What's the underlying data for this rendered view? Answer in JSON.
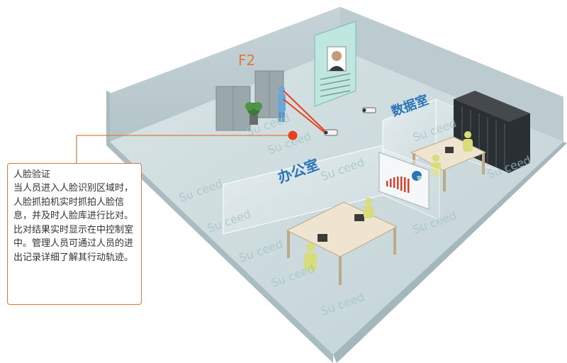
{
  "floor_label": "F2",
  "rooms": {
    "data_room": "数据室",
    "office": "办公室"
  },
  "watermark": "Su ceed",
  "callout": {
    "title": "人脸验证",
    "body": "当人员进入人脸识别区域时，人脸抓拍机实时抓拍人脸信息，并及时人脸库进行比对。比对结果实时显示在中控制室中。管理人员可通过人员的进出记录详细了解其行动轨迹。"
  },
  "colors": {
    "accent_orange": "#e07a3a",
    "room_label_blue": "#2a74b8",
    "wall": "#b7c7cc",
    "floor": "#cfdcdf",
    "marker_red": "#e8401c"
  }
}
